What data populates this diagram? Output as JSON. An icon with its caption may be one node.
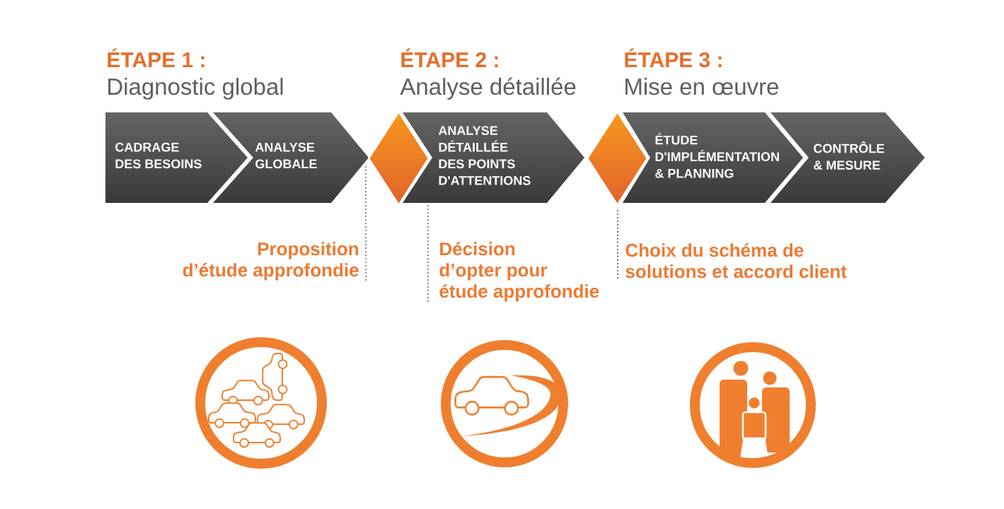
{
  "diagram": {
    "nodes": [
      {
        "text": [
          "CADRAGE DES BESOINS"
        ]
      },
      {
        "text": [
          "ANALYSE GLOBALE"
        ]
      },
      {
        "text": [],
        "shape": "diamond"
      },
      {
        "text": [
          "ANALYSE DÉTAILLÉE DES POINTS D'ATTENTIONS"
        ]
      },
      {
        "text": [],
        "shape": "diamond"
      },
      {
        "text": [
          "ÉTUDE D'IMPLÉMENTATION & PLANNING"
        ]
      },
      {
        "text": [
          "CONTRÔLE & MESURE"
        ]
      },
      {
        "text": [
          "Proposition d’étude approfondie"
        ]
      },
      {
        "text": [
          "Décision d’opter pour étude approfondie"
        ]
      },
      {
        "text": [
          "Choix du schéma de solutions et accord client"
        ]
      }
    ],
    "edges": [
      {
        "from": 7,
        "to": 2,
        "arrow": "none",
        "style": "dashed"
      },
      {
        "from": 8,
        "to": 2,
        "arrow": "none",
        "style": "dashed"
      },
      {
        "from": 9,
        "to": 4,
        "arrow": "none",
        "style": "dashed"
      }
    ],
    "labels": [
      "ÉTAPE 1 :",
      "Diagnostic global",
      "ÉTAPE 2 :",
      "Analyse détaillée",
      "ÉTAPE 3 :",
      "Mise en œuvre"
    ]
  }
}
